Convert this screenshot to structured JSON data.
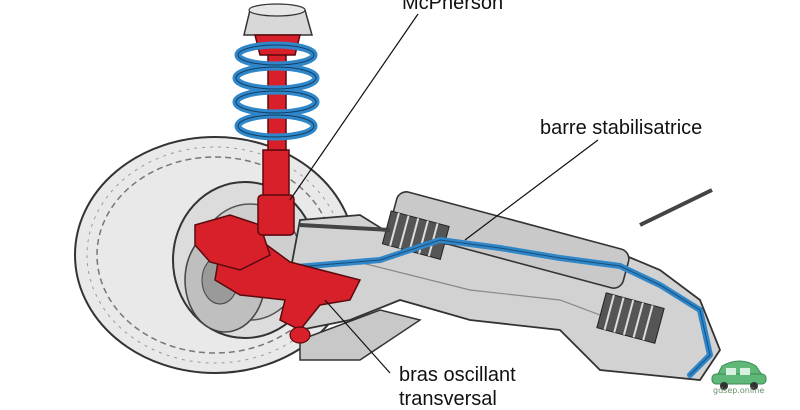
{
  "labels": {
    "mcpherson": "McPherson",
    "stabilizer_bar": "barre stabilisatrice",
    "control_arm_line1": "bras oscillant",
    "control_arm_line2": "transversal"
  },
  "watermark": "gdsep.online",
  "colors": {
    "strut_red": "#d8202a",
    "spring_blue": "#2f86c8",
    "stabilizer_blue": "#2f86c8",
    "metal_gray": "#cfcfcf",
    "outline": "#333333",
    "logo_green": "#5fb878"
  },
  "icons": [
    "car-logo-icon"
  ]
}
